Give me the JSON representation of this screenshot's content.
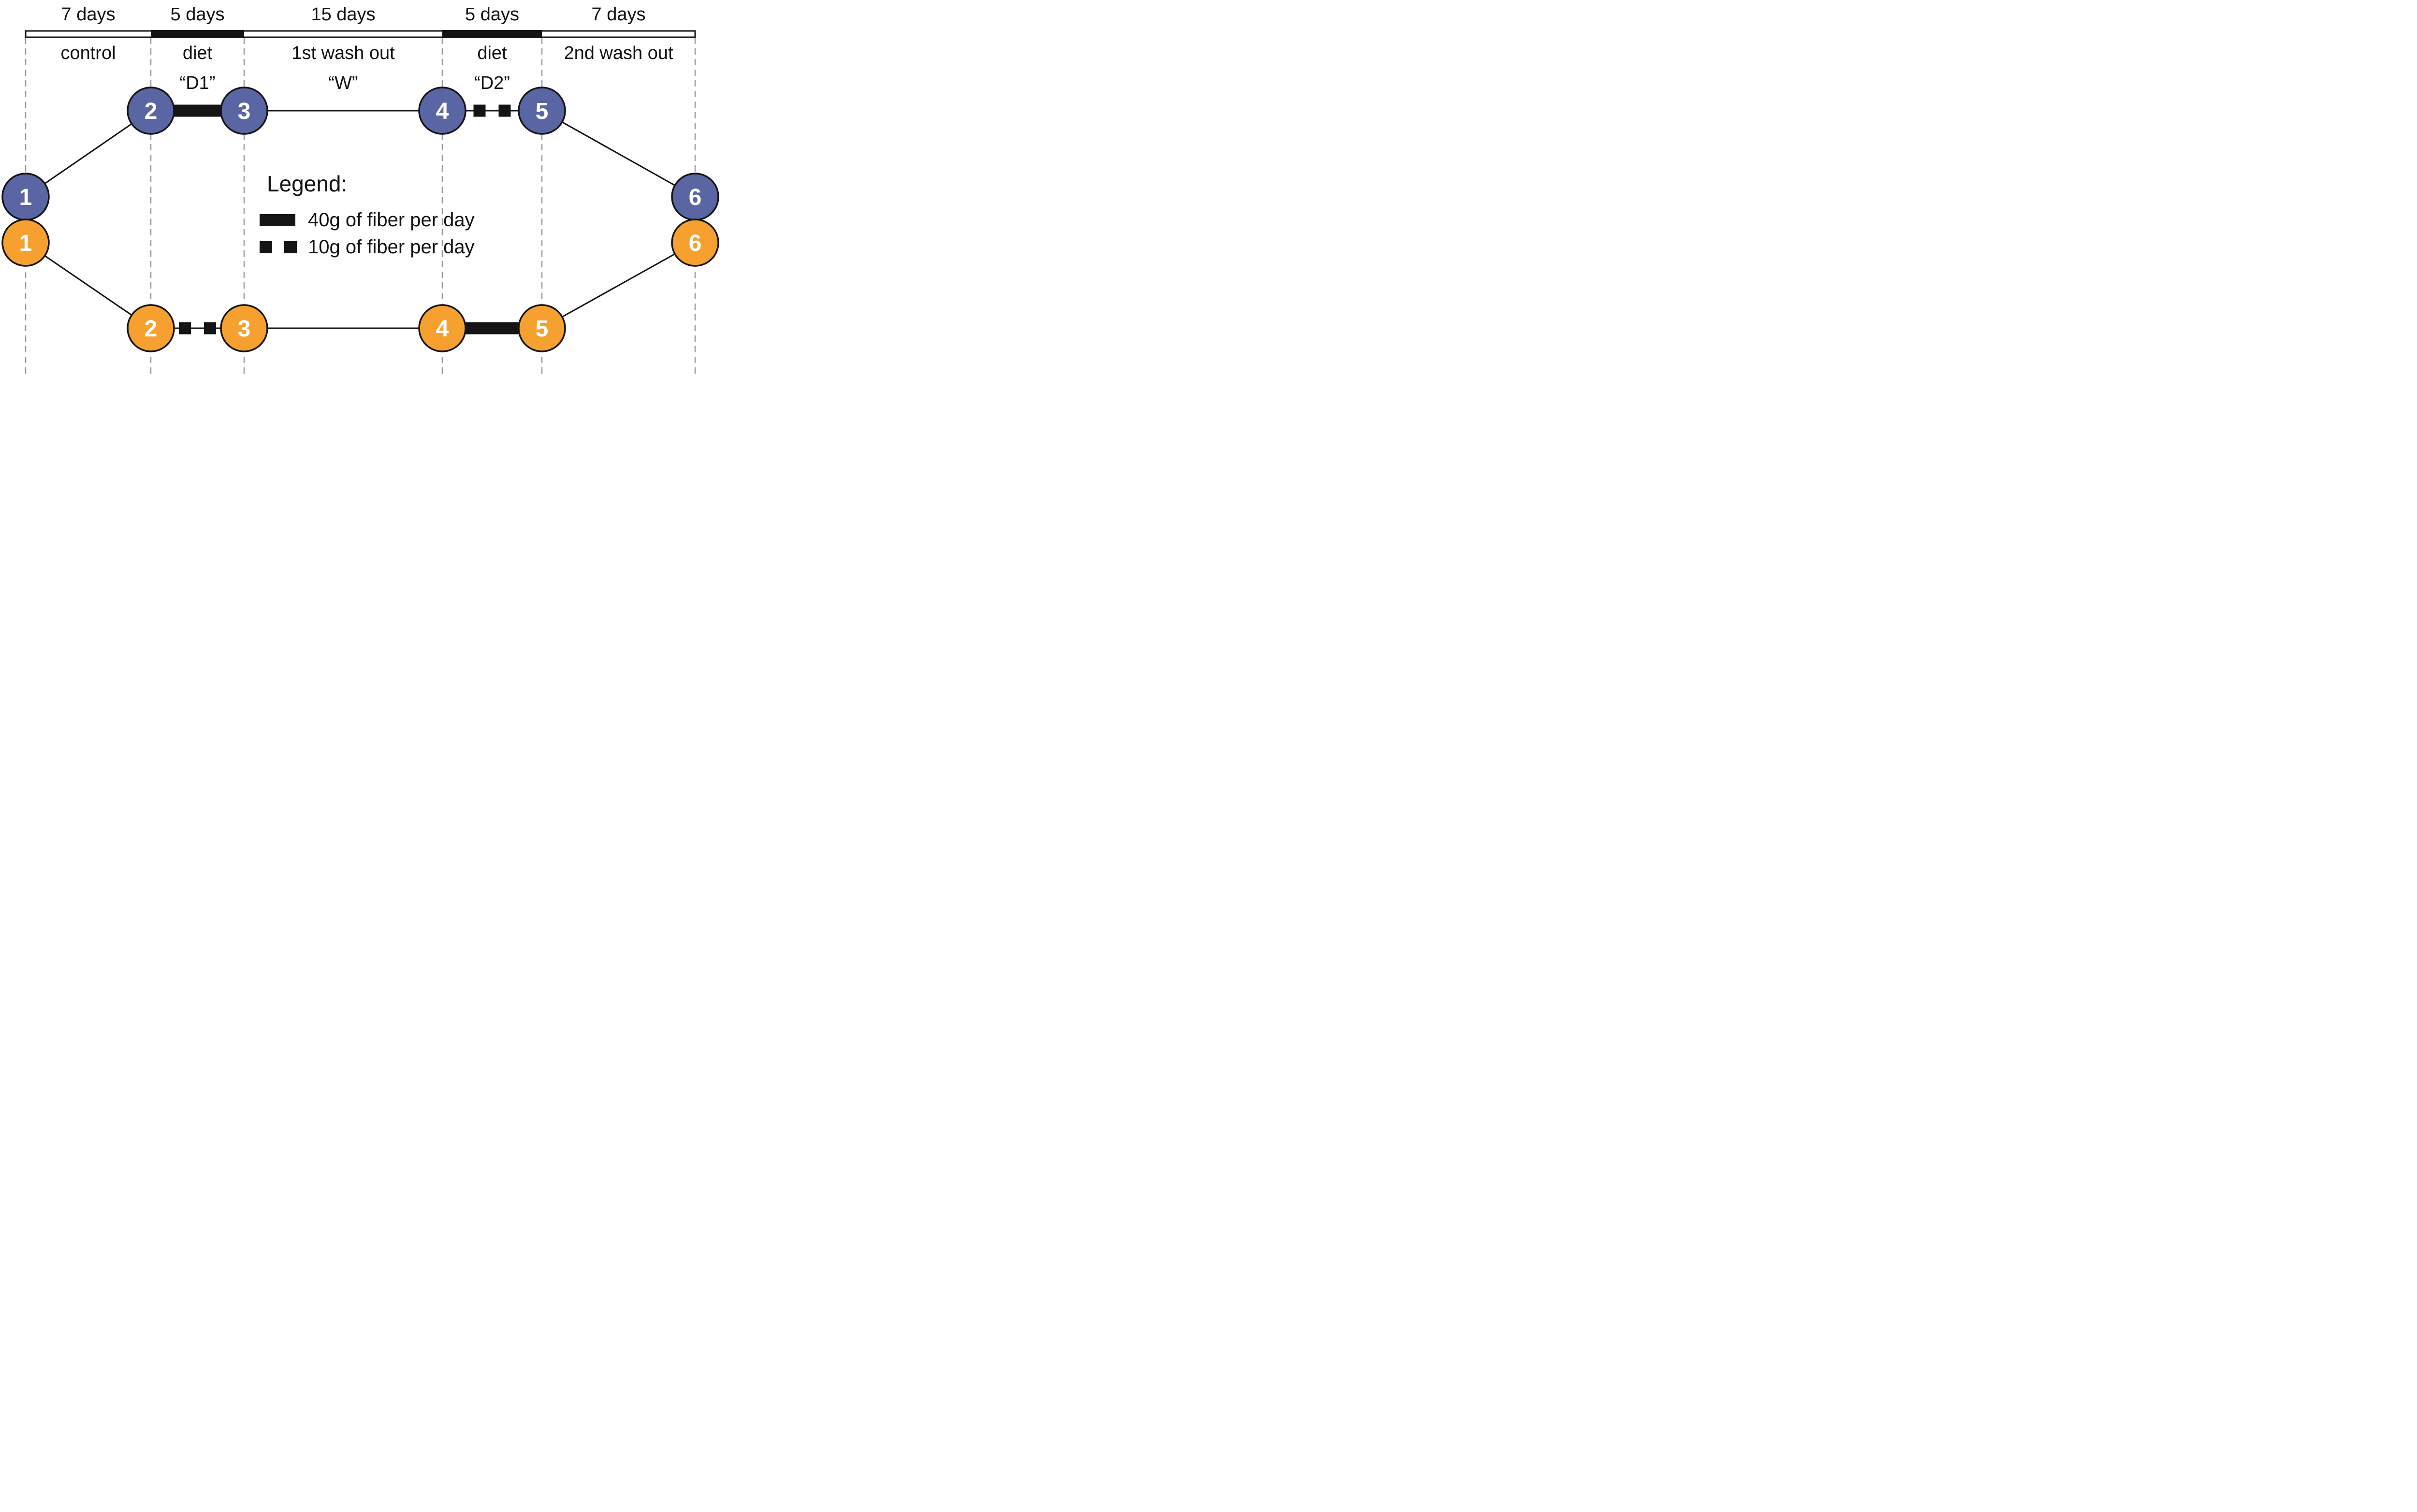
{
  "figure": {
    "background_color": "#ffffff",
    "palette": {
      "group_a_color": "#5A65A4",
      "group_b_color": "#F5A02F",
      "bar_black": "#141414",
      "dashed_gridline_gray": "#999999"
    },
    "timeline": {
      "durations": [
        "7 days",
        "5 days",
        "15 days",
        "5 days",
        "7 days"
      ],
      "phases": [
        "control",
        "diet",
        "1st wash out",
        "diet",
        "2nd wash out"
      ],
      "phase_codes": [
        "“D1”",
        "“W”",
        "“D2”"
      ]
    },
    "groups": {
      "top": {
        "color": "#5A65A4",
        "visits": [
          "1",
          "2",
          "3",
          "4",
          "5",
          "6"
        ]
      },
      "bottom": {
        "color": "#F5A02F",
        "visits": [
          "1",
          "2",
          "3",
          "4",
          "5",
          "6"
        ]
      }
    },
    "legend": {
      "title": "Legend:",
      "items": [
        {
          "symbol": "solid-thick-bar",
          "label": "40g of fiber per day"
        },
        {
          "symbol": "two-black-squares",
          "label": "10g of fiber per day"
        }
      ]
    }
  }
}
